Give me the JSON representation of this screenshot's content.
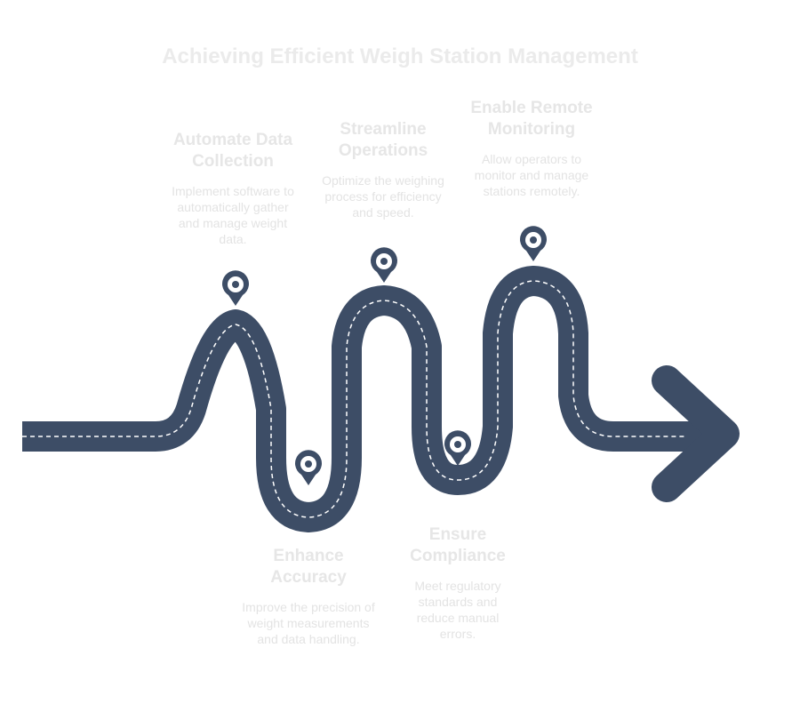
{
  "title": "Achieving Efficient Weigh Station Management",
  "colors": {
    "road": "#3d4d66",
    "dash": "#ffffff",
    "text": "#e6e6e6"
  },
  "steps": [
    {
      "title": "Automate Data Collection",
      "desc": "Implement software to automatically gather and manage weight data.",
      "icon": "location-pin-icon"
    },
    {
      "title": "Enhance Accuracy",
      "desc": "Improve the precision of weight measurements and data handling.",
      "icon": "location-pin-icon"
    },
    {
      "title": "Streamline Operations",
      "desc": "Optimize the weighing process for efficiency and speed.",
      "icon": "location-pin-icon"
    },
    {
      "title": "Ensure Compliance",
      "desc": "Meet regulatory standards and reduce manual errors.",
      "icon": "location-pin-icon"
    },
    {
      "title": "Enable Remote Monitoring",
      "desc": "Allow operators to monitor and manage stations remotely.",
      "icon": "location-pin-icon"
    }
  ]
}
